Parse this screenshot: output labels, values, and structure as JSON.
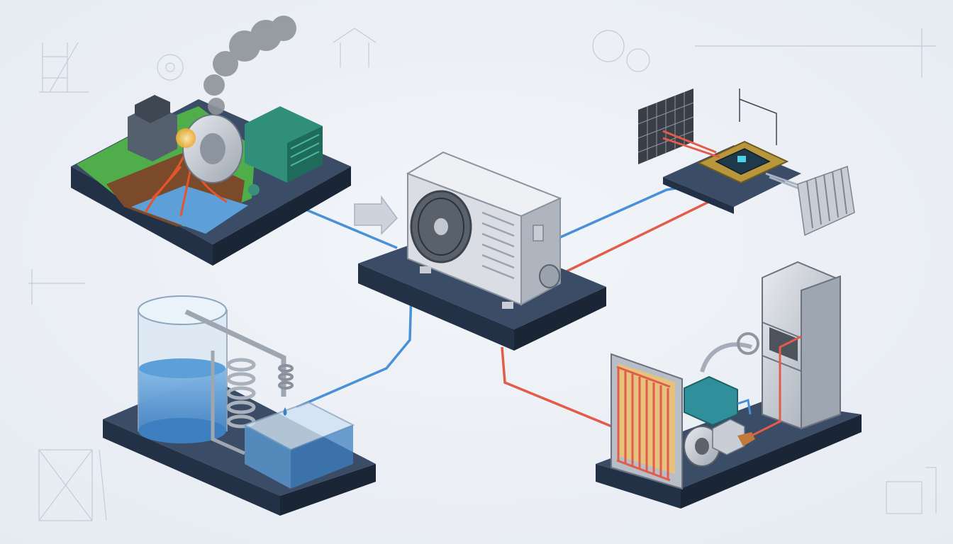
{
  "palette": {
    "background": "#e6ebf2",
    "platform_top": "#3b4c66",
    "platform_side": "#233146",
    "cold_pipe": "#4a90d9",
    "hot_pipe": "#e25c4a",
    "metal": "#c9ced6",
    "water": "#5d9fd8",
    "lava": "#e5542c",
    "grass": "#4fae4a",
    "glow": "#f0b23c",
    "chip_glow": "#4fd2e8"
  },
  "nodes": [
    {
      "id": "geothermal-plant",
      "icon": "geothermal-turbine-icon"
    },
    {
      "id": "outdoor-heat-pump",
      "icon": "ac-condenser-icon"
    },
    {
      "id": "cpu-cooling",
      "icon": "cpu-chip-icon"
    },
    {
      "id": "water-chiller",
      "icon": "water-tank-icon"
    },
    {
      "id": "refrigeration",
      "icon": "refrigerator-icon"
    }
  ],
  "flows": [
    {
      "from": "geothermal-plant",
      "to": "outdoor-heat-pump",
      "kind": "cold"
    },
    {
      "from": "water-chiller",
      "to": "outdoor-heat-pump",
      "kind": "cold"
    },
    {
      "from": "outdoor-heat-pump",
      "to": "cpu-cooling",
      "kind": "cold"
    },
    {
      "from": "outdoor-heat-pump",
      "to": "cpu-cooling",
      "kind": "hot"
    },
    {
      "from": "outdoor-heat-pump",
      "to": "refrigeration",
      "kind": "hot"
    }
  ]
}
